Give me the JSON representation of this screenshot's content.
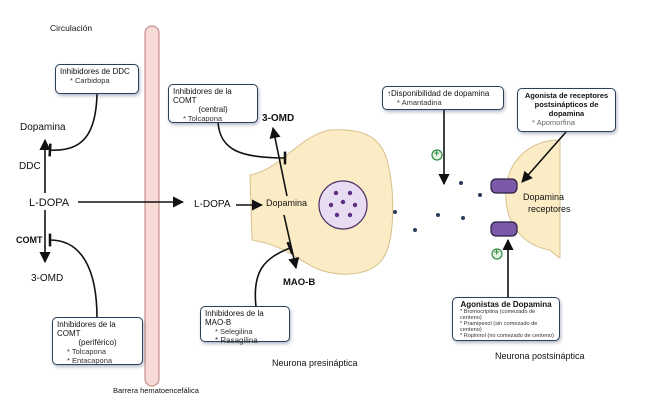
{
  "labels": {
    "circulacion": "Circulación",
    "dopamina_left": "Dopamina",
    "ddc": "DDC",
    "ldopa_left": "L-DOPA",
    "comt": "COMT",
    "omd_left": "3-OMD",
    "barrera": "Barrera hematoencefálica",
    "ldopa_mid": "L-DOPA",
    "dopamina_mid": "Dopamina",
    "omd_mid": "3-OMD",
    "maob": "MAO-B",
    "neurona_pre": "Neurona presináptica",
    "neurona_post": "Neurona postsináptica",
    "receptores_line1": "Dopamina",
    "receptores_line2": "receptores",
    "plus_sign": "+"
  },
  "boxes": {
    "ddc_inhib": {
      "title": "Inhibidores de DDC",
      "items": [
        "* Carbidopa"
      ]
    },
    "comt_central": {
      "title": "Inhibidores de la COMT",
      "subtitle": "(central)",
      "items": [
        "* Tolcapona"
      ]
    },
    "comt_periferico": {
      "title": "Inhibidores de la COMT",
      "subtitle": "(periférico)",
      "items": [
        "* Tolcapona",
        "* Entacapona"
      ]
    },
    "maob_inhib": {
      "title": "Inhibidores de la MAO-B",
      "items": [
        "* Selegilina",
        "* Rasagilina"
      ]
    },
    "disponibilidad": {
      "title": "↑Disponibilidad de dopamina",
      "items": [
        "* Amantadina"
      ]
    },
    "agonista_post": {
      "title_lines": [
        "Agonista de receptores",
        "postsinápticos de",
        "dopamina"
      ],
      "items": [
        "* Apomorfina"
      ]
    },
    "agonistas": {
      "title": "Agonistas de Dopamina",
      "items": [
        "* Bromocriptina (comezado de centeno)",
        "* Pramipexol (sin comezado de centeno)",
        "* Ropinirol (no comezado de centeno)"
      ]
    }
  },
  "colors": {
    "neuron_fill": "#fbecc6",
    "barrier_fill": "#f7d9d6",
    "barrier_stroke": "#c9928c",
    "vesicle_fill": "#e8dcf2",
    "vesicle_dot": "#5c2f82",
    "receptor_fill": "#7a5aa8",
    "plus_green": "#2e8b3e",
    "dark_dot": "#2e3a5c"
  }
}
